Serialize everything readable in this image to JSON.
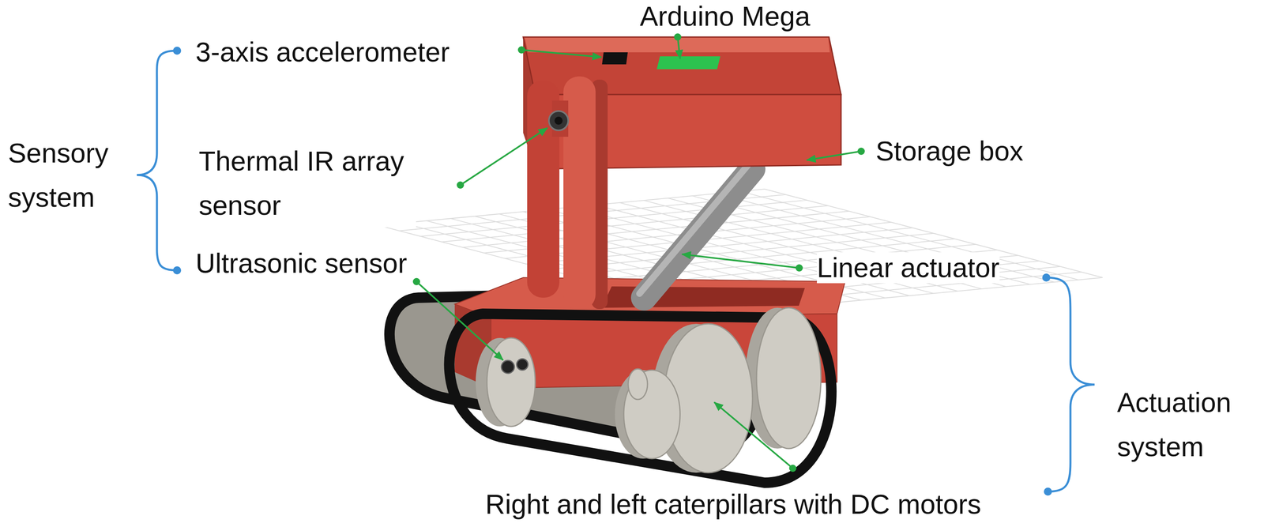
{
  "diagram": {
    "labels": [
      "Arduino Mega",
      "3-axis accelerometer",
      "Storage box",
      "Sensory system",
      "Thermal IR array sensor",
      "Ultrasonic sensor",
      "Linear actuator",
      "Actuation system",
      "Right and left caterpillars with DC motors"
    ]
  }
}
